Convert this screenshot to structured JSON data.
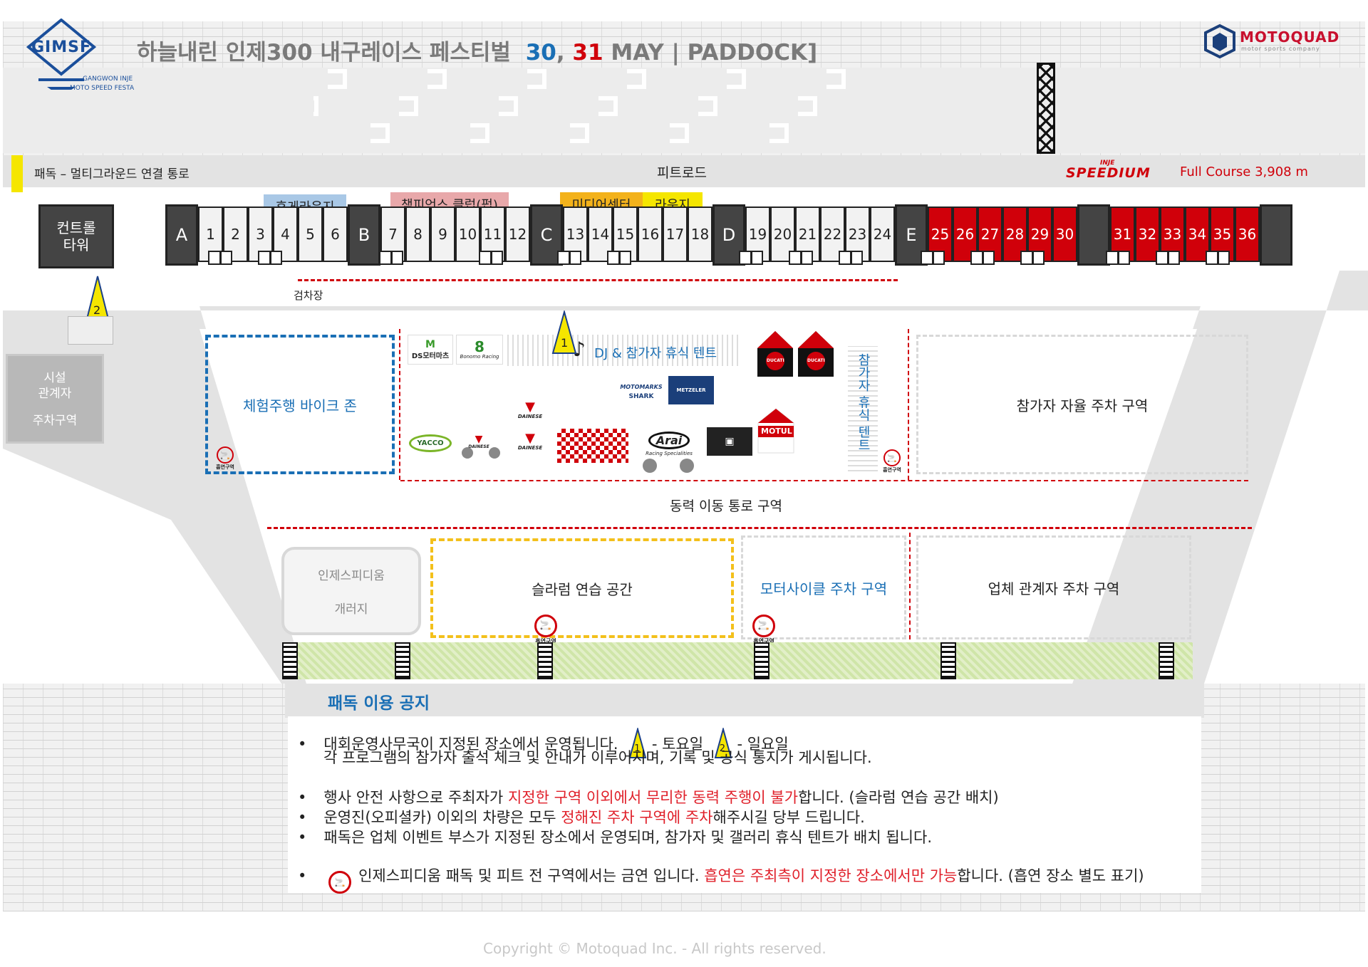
{
  "header": {
    "logo_text": "GIMSF",
    "logo_sub1": "GANGWON INJE",
    "logo_sub2": "MOTO SPEED FESTA",
    "title_main": "하늘내린 인제300 내구레이스 페스티벌",
    "title_day1": "30",
    "title_comma": ",",
    "title_day2": "31",
    "title_rest": "MAY | PADDOCK]",
    "brand": "MOTOQUAD",
    "brand_sub": "motor sports company"
  },
  "roads": {
    "connector": "패독 – 멀티그라운드 연결 통로",
    "pit_road": "피트로드",
    "speedium": "SPEEDIUM",
    "speedium_prefix": "INJE",
    "course": "Full Course 3,908 m",
    "inspection": "검차장",
    "power_lane": "동력 이동 통로 구역"
  },
  "buildings": {
    "control_tower": "컨트롤\n타워",
    "facility_parking_1": "시설\n관계자",
    "facility_parking_2": "주차구역"
  },
  "pit_labels": {
    "lounge1": "휴게라운지",
    "champions": "챔피언스 클럽(펍)",
    "media": "미디어센터",
    "lounge2": "라운지"
  },
  "pits": {
    "garages": [
      "A",
      "B",
      "C",
      "D",
      "E"
    ],
    "boxes": [
      "1",
      "2",
      "3",
      "4",
      "5",
      "6",
      "7",
      "8",
      "9",
      "10",
      "11",
      "12",
      "13",
      "14",
      "15",
      "16",
      "17",
      "18",
      "19",
      "20",
      "21",
      "22",
      "23",
      "24",
      "25",
      "26",
      "27",
      "28",
      "29",
      "30",
      "31",
      "32",
      "33",
      "34",
      "35",
      "36"
    ]
  },
  "zones": {
    "bike_zone": "체험주행 바이크 존",
    "dj_tent": "DJ & 참가자 휴식 텐트",
    "rest_tent": "참가자 휴식 텐트",
    "free_parking": "참가자 자율 주차 구역",
    "gallery_1": "인제스피디움",
    "gallery_2": "개러지",
    "slalom": "슬라럼 연습 공간",
    "moto_parking": "모터사이클 주차 구역",
    "vendor_parking": "업체 관계자 주차 구역",
    "smoking": "흡연구역"
  },
  "sponsors": {
    "ds": "DS모터마츠",
    "bonomo": "Bonomo Racing",
    "dainese": "DAINESE",
    "motomarks": "MOTOMARKS",
    "shark": "SHARK",
    "metzeler": "METZELER",
    "yacco": "YACCO",
    "arai": "Arai",
    "arai_sub": "Racing Specialities",
    "motul": "MOTUL",
    "ducati": "DUCATI"
  },
  "markers": {
    "m1": "1",
    "m2": "2"
  },
  "notice": {
    "title": "패독 이용 공지",
    "l1_a": "대회운영사무국이 지정된 장소에서 운영됩니다.",
    "l1_sat": "- 토요일",
    "l1_sun": "- 일요일",
    "l1_b": "각 프로그램의 참가자 출석 체크 및 안내가 이루어지며, 기록 및 공식 통지가 게시됩니다.",
    "l2_a": "행사 안전 사항으로 주최자가 ",
    "l2_red": "지정한 구역 이외에서 무리한 동력 주행이 불가",
    "l2_b": "합니다. (슬라럼 연습 공간 배치)",
    "l3_a": "운영진(오피셜카) 이외의 차량은 모두 ",
    "l3_red": "정해진 주차 구역에 주차",
    "l3_b": "해주시길 당부 드립니다.",
    "l4": "패독은 업체 이벤트 부스가 지정된 장소에서 운영되며, 참가자 및 갤러리 휴식 텐트가 배치 됩니다.",
    "l5_a": "인제스피디움 패독 및 피트 전 구역에서는 금연 입니다. ",
    "l5_red": "흡연은 주최측이 지정한 장소에서만 가능",
    "l5_b": "합니다. (흡연 장소 별도 표기)",
    "bullet": "•"
  },
  "footer": {
    "copyright": "Copyright © Motoquad Inc. - All rights reserved."
  },
  "colors": {
    "blue": "#1a6fb5",
    "red": "#d0000a",
    "yellow": "#f5e600",
    "track": "#e3e3e3"
  }
}
